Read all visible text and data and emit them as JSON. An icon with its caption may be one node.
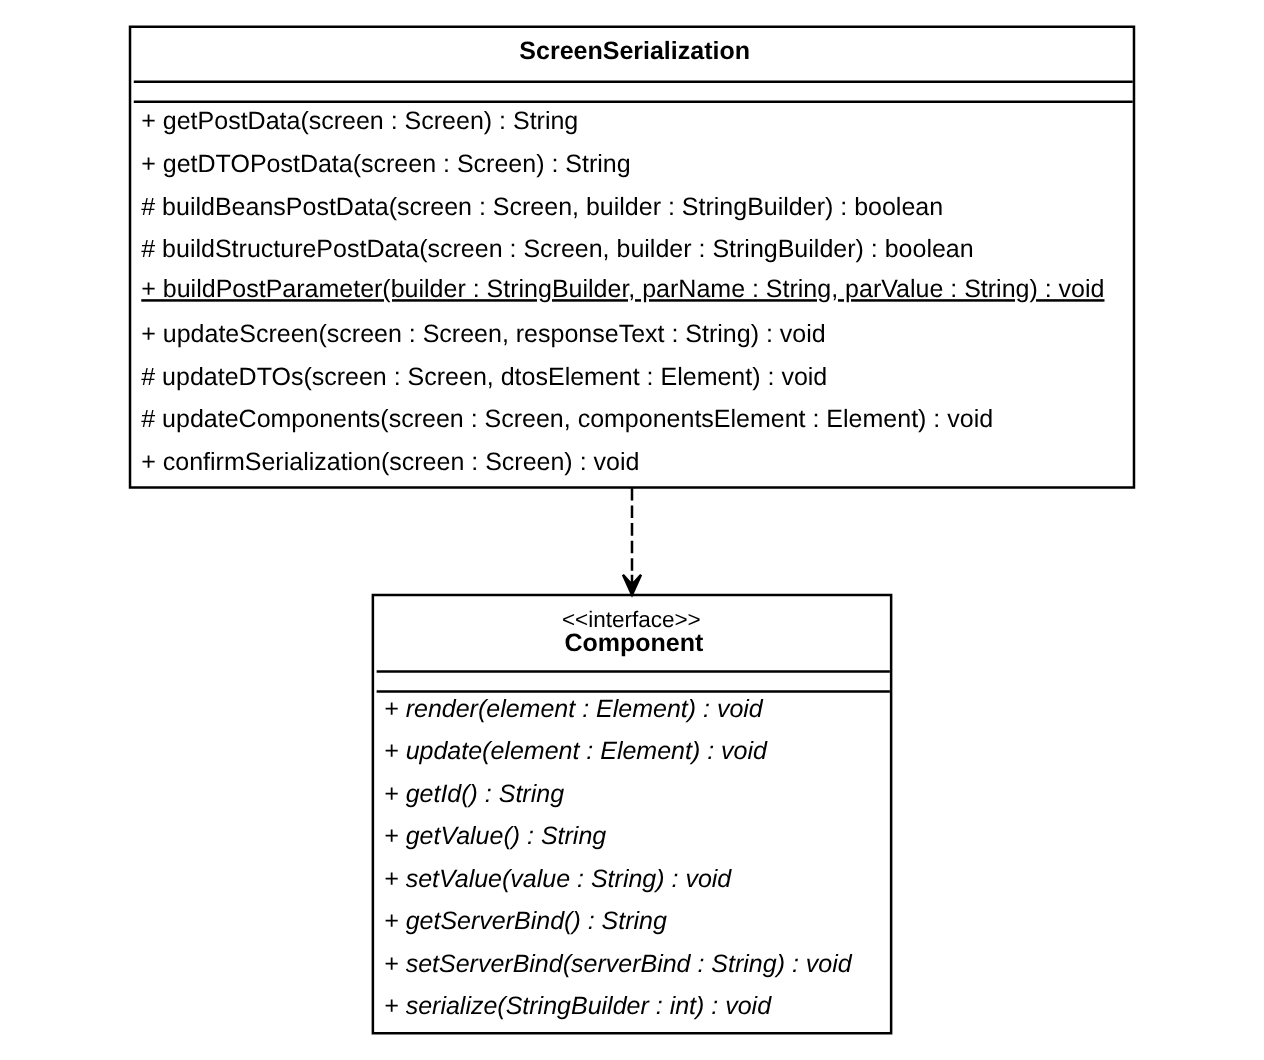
{
  "diagram": {
    "nodes": [
      {
        "text": [
          "ScreenSerialization",
          "+ getPostData(screen : Screen) : String",
          "+ getDTOPostData(screen : Screen) : String",
          "# buildBeansPostData(screen : Screen, builder : StringBuilder) : boolean",
          "# buildStructurePostData(screen : Screen, builder : StringBuilder) : boolean",
          "+ buildPostParameter(builder : StringBuilder, parName : String, parValue : String) : void",
          "+ updateScreen(screen : Screen, responseText : String) : void",
          "# updateDTOs(screen : Screen, dtosElement : Element) : void",
          "# updateComponents(screen : Screen, componentsElement : Element) : void",
          "+ confirmSerialization(screen : Screen) : void"
        ]
      },
      {
        "text": [
          "<<interface>>",
          "Component",
          "+ render(element : Element) : void",
          "+ update(element : Element) : void",
          "+ getId() : String",
          "+ getValue() : String",
          "+ setValue(value : String) : void",
          "+ getServerBind() : String",
          "+ setServerBind(serverBind : String) : void",
          "+ serialize(StringBuilder : int) : void"
        ]
      }
    ],
    "edges": [
      {
        "from": 0,
        "to": 1,
        "arrow": "to",
        "style": "dashed"
      }
    ]
  }
}
